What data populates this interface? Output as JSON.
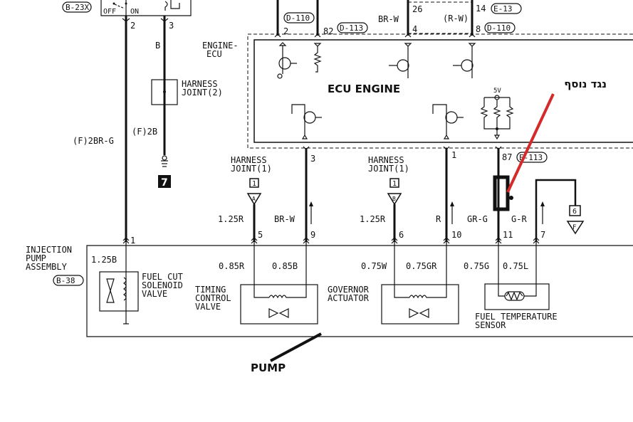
{
  "title": "Injection pump / Engine ECU wiring diagram",
  "colors": {
    "annotation_red": "#d42a2a",
    "annotation_black": "#111111",
    "line": "#111111"
  },
  "top": {
    "b23x": "B-23X",
    "off": "OFF",
    "on": "ON",
    "pin2": "2",
    "pin3": "3",
    "wire_b": "B",
    "harness_joint2": [
      "HARNESS",
      "JOINT(2)"
    ],
    "f2brg": "(F)2BR-G",
    "f2b": "(F)2B",
    "ground_num": "7"
  },
  "ecu": {
    "label": [
      "ENGINE-",
      "ECU"
    ],
    "annotation": "ECU ENGINE",
    "top_pins": [
      {
        "pin": "2",
        "connector": "D-110"
      },
      {
        "pin": "82",
        "connector": "D-113"
      },
      {
        "pin": "4",
        "upper_pin": "26",
        "wire": "BR-W"
      },
      {
        "pin": "8",
        "upper_pin": "14",
        "connector": "E-13",
        "connector2": "D-110",
        "wire": "(R-W)"
      }
    ],
    "vref": "5V",
    "bottom_pins": [
      {
        "pin": "3"
      },
      {
        "pin": "1"
      },
      {
        "pin": "87",
        "connector": "E-113"
      }
    ]
  },
  "harness": [
    {
      "label": [
        "HARNESS",
        "JOINT(1)"
      ],
      "num": "1",
      "letter": "A",
      "wire": "1.25R",
      "pump_pin": "5"
    },
    {
      "label": [
        "HARNESS",
        "JOINT(1)"
      ],
      "num": "1",
      "letter": "B",
      "wire": "1.25R",
      "pump_pin": "6"
    }
  ],
  "wires": {
    "brw": "BR-W",
    "pin9": "9",
    "r": "R",
    "pin10": "10",
    "grg": "GR-G",
    "pin11": "11",
    "gr": "G-R",
    "pin7": "7",
    "gnd_num": "6",
    "gnd_letter": "F"
  },
  "pump": {
    "label": [
      "INJECTION",
      "PUMP",
      "ASSEMBLY"
    ],
    "connector": "B-38",
    "pin1": "1",
    "wire_125b": "1.25B",
    "fuel_cut": [
      "FUEL CUT",
      "SOLENOID",
      "VALVE"
    ],
    "timing": [
      "TIMING",
      "CONTROL",
      "VALVE"
    ],
    "timing_wires": [
      "0.85R",
      "0.85B"
    ],
    "governor": [
      "GOVERNOR",
      "ACTUATOR"
    ],
    "governor_wires": [
      "0.75W",
      "0.75GR"
    ],
    "fuel_temp": [
      "FUEL TEMPERATURE",
      "SENSOR"
    ],
    "fuel_temp_wires": [
      "0.75G",
      "0.75L"
    ],
    "annotation": "PUMP"
  },
  "hebrew_annotation": "נגד נוסף"
}
